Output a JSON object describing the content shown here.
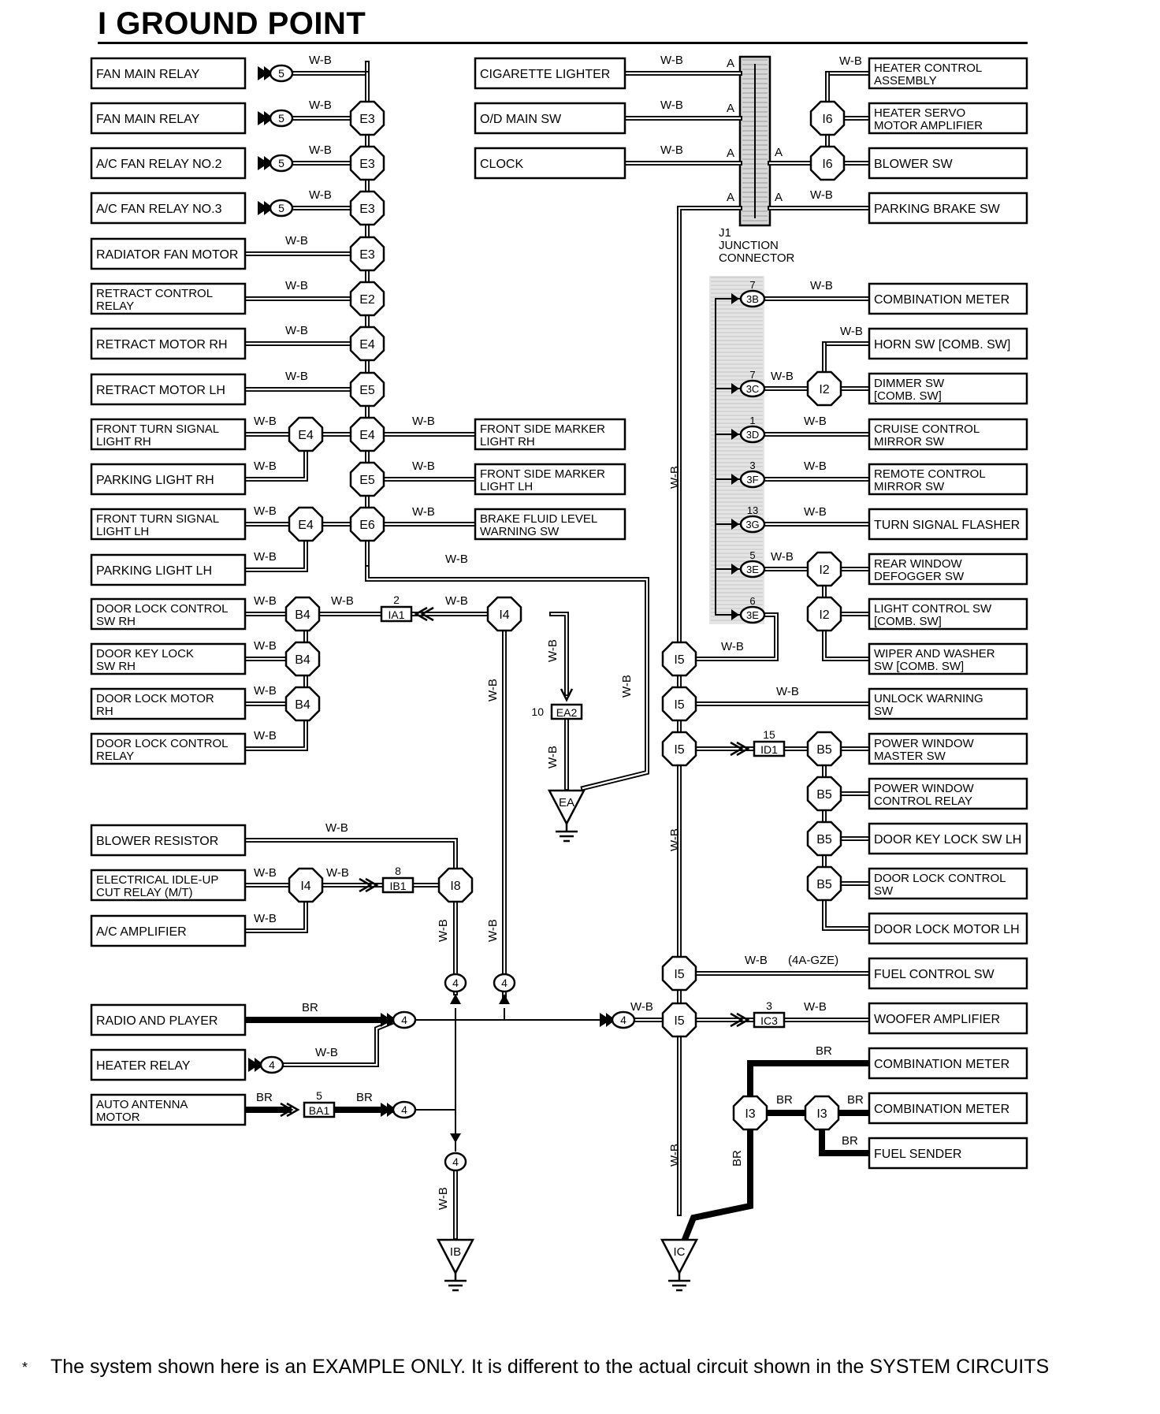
{
  "title": "I GROUND POINT",
  "footnote": {
    "marker": "*",
    "text": "The system shown here is an EXAMPLE ONLY. It is different to the actual circuit shown in the SYSTEM CIRCUITS"
  },
  "wire_colors": {
    "wb": "W-B",
    "br": "BR"
  },
  "note_4agze": "(4A-GZE)",
  "junction_connector": {
    "code": "J1",
    "line1": "JUNCTION",
    "line2": "CONNECTOR"
  },
  "components": {
    "fan_main_relay_1": "FAN MAIN RELAY",
    "fan_main_relay_2": "FAN MAIN RELAY",
    "ac_fan_relay_2": "A/C FAN RELAY NO.2",
    "ac_fan_relay_3": "A/C FAN RELAY NO.3",
    "radiator_fan_motor": "RADIATOR FAN MOTOR",
    "retract_control_relay": [
      "RETRACT CONTROL",
      "RELAY"
    ],
    "retract_motor_rh": "RETRACT MOTOR RH",
    "retract_motor_lh": "RETRACT MOTOR LH",
    "front_turn_rh": [
      "FRONT TURN SIGNAL",
      "LIGHT RH"
    ],
    "parking_light_rh": "PARKING LIGHT RH",
    "front_turn_lh": [
      "FRONT TURN SIGNAL",
      "LIGHT LH"
    ],
    "parking_light_lh": "PARKING LIGHT LH",
    "door_lock_control_sw_rh": [
      "DOOR LOCK CONTROL",
      "SW RH"
    ],
    "door_key_lock_sw_rh": [
      "DOOR KEY LOCK",
      "SW RH"
    ],
    "door_lock_motor_rh": [
      "DOOR LOCK MOTOR",
      "RH"
    ],
    "door_lock_control_relay": [
      "DOOR LOCK CONTROL",
      "RELAY"
    ],
    "blower_resistor": "BLOWER RESISTOR",
    "electrical_idle_up": [
      "ELECTRICAL IDLE-UP",
      "CUT RELAY (M/T)"
    ],
    "ac_amplifier": "A/C AMPLIFIER",
    "radio_and_player": "RADIO AND PLAYER",
    "heater_relay": "HEATER RELAY",
    "auto_antenna_motor": [
      "AUTO ANTENNA",
      "MOTOR"
    ],
    "cigarette_lighter": "CIGARETTE LIGHTER",
    "od_main_sw": "O/D MAIN SW",
    "clock": "CLOCK",
    "front_side_marker_rh": [
      "FRONT SIDE MARKER",
      "LIGHT RH"
    ],
    "front_side_marker_lh": [
      "FRONT SIDE MARKER",
      "LIGHT LH"
    ],
    "brake_fluid_level": [
      "BRAKE FLUID LEVEL",
      "WARNING SW"
    ],
    "heater_control_assembly": [
      "HEATER CONTROL",
      "ASSEMBLY"
    ],
    "heater_servo": [
      "HEATER SERVO",
      "MOTOR AMPLIFIER"
    ],
    "blower_sw": "BLOWER SW",
    "parking_brake_sw": "PARKING BRAKE SW",
    "combination_meter_1": "COMBINATION METER",
    "horn_sw": "HORN SW [COMB. SW]",
    "dimmer_sw": [
      "DIMMER SW",
      "[COMB. SW]"
    ],
    "cruise_control_mirror": [
      "CRUISE CONTROL",
      "MIRROR SW"
    ],
    "remote_control_mirror": [
      "REMOTE CONTROL",
      "MIRROR SW"
    ],
    "turn_signal_flasher": "TURN SIGNAL FLASHER",
    "rear_window_defogger": [
      "REAR WINDOW",
      "DEFOGGER SW"
    ],
    "light_control_sw": [
      "LIGHT CONTROL SW",
      "[COMB. SW]"
    ],
    "wiper_and_washer": [
      "WIPER AND WASHER",
      "SW [COMB. SW]"
    ],
    "unlock_warning": [
      "UNLOCK WARNING",
      "SW"
    ],
    "power_window_master": [
      "POWER WINDOW",
      "MASTER SW"
    ],
    "power_window_relay": [
      "POWER WINDOW",
      "CONTROL RELAY"
    ],
    "door_key_lock_sw_lh": "DOOR KEY LOCK SW LH",
    "door_lock_control_sw": [
      "DOOR LOCK CONTROL",
      "SW"
    ],
    "door_lock_motor_lh": "DOOR LOCK MOTOR LH",
    "fuel_control_sw": "FUEL CONTROL SW",
    "woofer_amplifier": "WOOFER AMPLIFIER",
    "combination_meter_2": "COMBINATION METER",
    "combination_meter_3": "COMBINATION METER",
    "fuel_sender": "FUEL SENDER"
  },
  "splice_points": {
    "e2": "E2",
    "e3": "E3",
    "e4": "E4",
    "e5": "E5",
    "e6": "E6",
    "b4": "B4",
    "b5": "B5",
    "i2": "I2",
    "i3": "I3",
    "i4": "I4",
    "i5": "I5",
    "i6": "I6",
    "i8": "I8",
    "ground_4": "4",
    "fan_5": "5"
  },
  "connectors": {
    "ia1": {
      "code": "IA1",
      "pin": "2"
    },
    "ea2": {
      "code": "EA2",
      "pin": "10"
    },
    "ib1": {
      "code": "IB1",
      "pin": "8"
    },
    "ba1": {
      "code": "BA1",
      "pin": "5"
    },
    "id1": {
      "code": "ID1",
      "pin": "15"
    },
    "ic3": {
      "code": "IC3",
      "pin": "3"
    }
  },
  "junction_pins": [
    {
      "pin": "7",
      "code": "3B"
    },
    {
      "pin": "7",
      "code": "3C"
    },
    {
      "pin": "1",
      "code": "3D"
    },
    {
      "pin": "3",
      "code": "3F"
    },
    {
      "pin": "13",
      "code": "3G"
    },
    {
      "pin": "5",
      "code": "3E"
    },
    {
      "pin": "6",
      "code": "3E"
    }
  ],
  "j1_terminal": "A",
  "ground_points": {
    "ea": "EA",
    "ib": "IB",
    "ic": "IC"
  }
}
